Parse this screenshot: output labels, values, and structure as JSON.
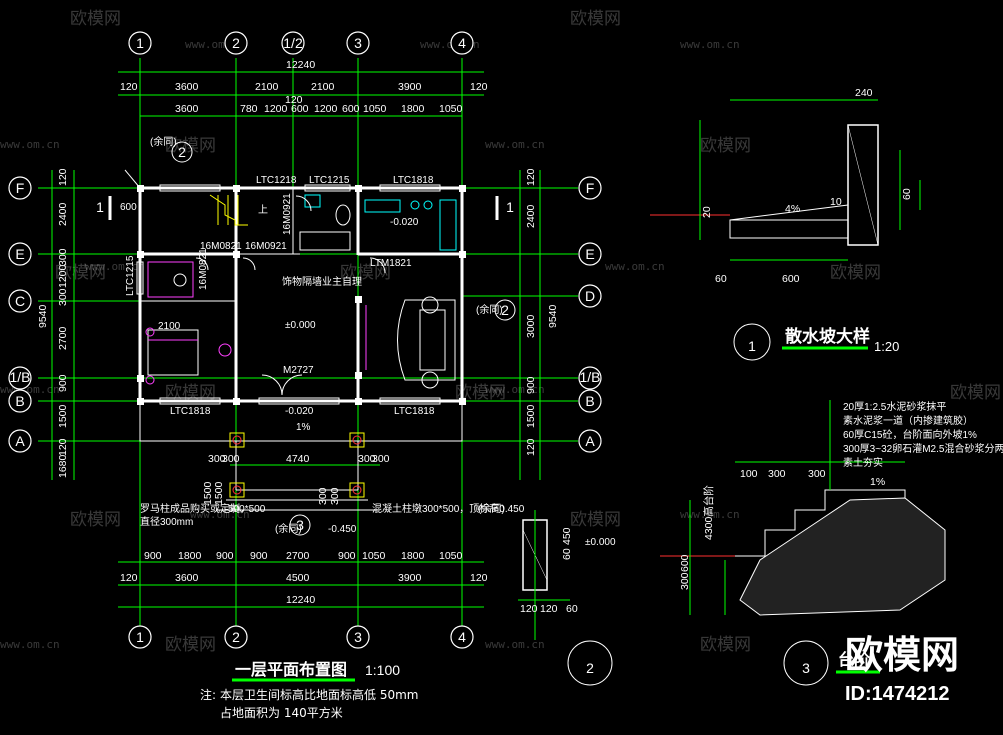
{
  "watermarks": {
    "brand": "欧模网",
    "url": "www.om.cn",
    "corner_brand": "欧模网",
    "corner_id": "ID:1474212"
  },
  "plan": {
    "title": "一层平面布置图",
    "scale": "1:100",
    "note_prefix": "注:",
    "note_line1": "本层卫生间标高比地面标高低 50mm",
    "note_line2": "占地面积为  140平方米",
    "axes_top": [
      "1",
      "2",
      "1/2",
      "3",
      "4"
    ],
    "axes_bottom": [
      "1",
      "2",
      "3",
      "4"
    ],
    "axes_left": [
      "F",
      "E",
      "C",
      "1/B",
      "B",
      "A"
    ],
    "axes_right": [
      "F",
      "E",
      "D",
      "1/B",
      "B",
      "A"
    ],
    "dims_top_total": "12240",
    "dims_top_row1": [
      "120",
      "3600",
      "2100",
      "2100",
      "3900",
      "120"
    ],
    "dims_top_row2": [
      "3600",
      "780",
      "1200",
      "600",
      "1200",
      "600",
      "1050",
      "1800",
      "1050"
    ],
    "dims_top_extra": "120",
    "dims_left": [
      "120",
      "2400",
      "300",
      "1200",
      "300",
      "2700",
      "900",
      "1500",
      "120",
      "1680"
    ],
    "dims_left_total": "9540",
    "dims_right": [
      "120",
      "2400",
      "3000",
      "900",
      "1500",
      "120"
    ],
    "dims_right_total": "9540",
    "dims_bottom_row1": [
      "900",
      "1800",
      "900",
      "900",
      "2700",
      "900",
      "1050",
      "1800",
      "1050"
    ],
    "dims_bottom_row2": [
      "120",
      "3600",
      "4500",
      "3900",
      "120"
    ],
    "dims_bottom_total": "12240",
    "porch_dims": [
      "300",
      "300",
      "4740",
      "300",
      "300"
    ],
    "porch_side": [
      "300",
      "300"
    ],
    "porch_left": [
      "1500",
      "1500"
    ],
    "labels": {
      "ltc1218": "LTC1218",
      "ltc1215_top": "LTC1215",
      "ltc1818_top": "LTC1818",
      "ltc1215_left": "LTC1215",
      "ltc1818_bl": "LTC1818",
      "ltc1818_br": "LTC1818",
      "m0821_a": "16M0821",
      "m0921_a": "16M0921",
      "m0921_b": "16M0921",
      "m0821_b": "16M0821",
      "ltm1821": "LTM1821",
      "m2727": "M2727",
      "elev_kitchen": "-0.020",
      "elev_living": "±0.000",
      "elev_porch": "-0.020",
      "slope": "1%",
      "elev_step": "-0.450",
      "wall_note": "饰物隔墙业主自理",
      "up": "上",
      "w600": "600",
      "w2100": "2100",
      "stair_note": "罗马柱成品购买或定制，",
      "stair_note2": "直径300mm",
      "rail_note": "混凝土柱墩300*500，顶标高0.450",
      "yuetong": "(余同)",
      "yuetong2": "(余同)",
      "yuetong3": "(余同)",
      "yuetong4": "(余同)",
      "section1": "1",
      "section1b": "1",
      "section2": "2",
      "section3": "3",
      "col_note": "500*500"
    }
  },
  "detail1": {
    "number": "1",
    "title": "散水坡大样",
    "scale": "1:20",
    "dims": [
      "240",
      "600",
      "60",
      "20",
      "10",
      "4%",
      "60"
    ]
  },
  "detail2": {
    "number": "2",
    "elev": "±0.000",
    "dims": [
      "120",
      "120",
      "60",
      "60",
      "450"
    ]
  },
  "detail3": {
    "number": "3",
    "notes": [
      "20厚1:2.5水泥砂浆抹平",
      "素水泥浆一道（内掺建筑胶）",
      "60厚C15砼，台阶面向外坡1%",
      "300厚3~32卵石灌M2.5混合砂浆分两步灌注",
      "素土夯实"
    ],
    "dims": [
      "100",
      "300",
      "300",
      "1%",
      "4300",
      "300",
      "600"
    ],
    "side_label": "4300高台阶",
    "title_partial": "台阶"
  },
  "colors": {
    "grid": "#00ff00",
    "wall": "#ffffff",
    "background": "#000000",
    "accent_red": "#ff3030",
    "accent_magenta": "#ff40ff",
    "accent_cyan": "#00ffff"
  }
}
